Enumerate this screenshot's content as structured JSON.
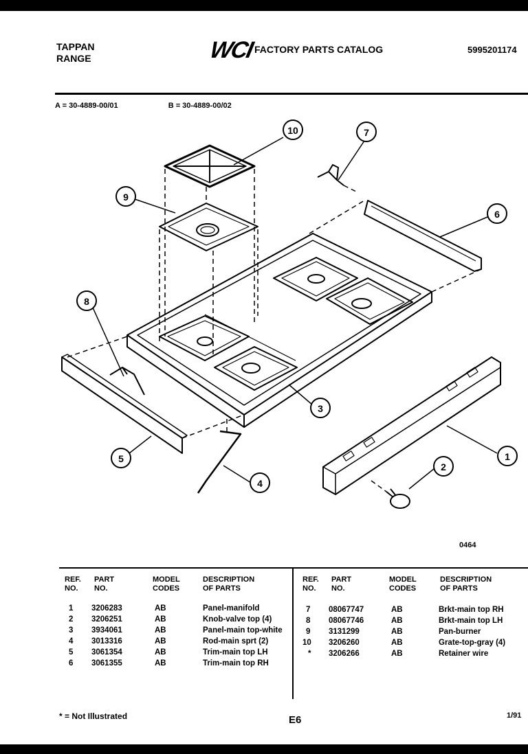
{
  "header": {
    "brand_line1": "TAPPAN",
    "brand_line2": "RANGE",
    "logo": "WCI",
    "title": "FACTORY PARTS CATALOG",
    "catalog_number": "5995201174"
  },
  "variants": {
    "a": "A = 30-4889-00/01",
    "b": "B = 30-4889-00/02"
  },
  "diagram": {
    "callouts": [
      "1",
      "2",
      "3",
      "4",
      "5",
      "6",
      "7",
      "8",
      "9",
      "10"
    ],
    "figure_code": "0464"
  },
  "table": {
    "headers": {
      "ref": "REF.\nNO.",
      "part": "PART\nNO.",
      "model": "MODEL\nCODES",
      "desc": "DESCRIPTION\nOF PARTS"
    },
    "left_rows": [
      {
        "ref": "1",
        "part": "3206283",
        "model": "AB",
        "desc": "Panel-manifold"
      },
      {
        "ref": "2",
        "part": "3206251",
        "model": "AB",
        "desc": "Knob-valve top (4)"
      },
      {
        "ref": "3",
        "part": "3934061",
        "model": "AB",
        "desc": "Panel-main top-white"
      },
      {
        "ref": "4",
        "part": "3013316",
        "model": "AB",
        "desc": "Rod-main sprt (2)"
      },
      {
        "ref": "5",
        "part": "3061354",
        "model": "AB",
        "desc": "Trim-main top LH"
      },
      {
        "ref": "6",
        "part": "3061355",
        "model": "AB",
        "desc": "Trim-main top RH"
      }
    ],
    "right_rows": [
      {
        "ref": "7",
        "part": "08067747",
        "model": "AB",
        "desc": "Brkt-main top RH"
      },
      {
        "ref": "8",
        "part": "08067746",
        "model": "AB",
        "desc": "Brkt-main top LH"
      },
      {
        "ref": "9",
        "part": "3131299",
        "model": "AB",
        "desc": "Pan-burner"
      },
      {
        "ref": "10",
        "part": "3206260",
        "model": "AB",
        "desc": "Grate-top-gray (4)"
      },
      {
        "ref": "*",
        "part": "3206266",
        "model": "AB",
        "desc": "Retainer wire"
      }
    ]
  },
  "footer": {
    "note": "* = Not Illustrated",
    "page": "E6",
    "date": "1/91"
  }
}
